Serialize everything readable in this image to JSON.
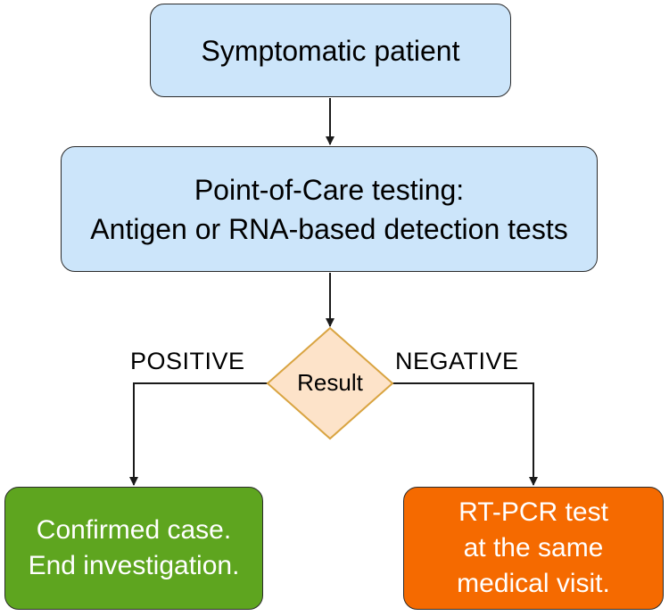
{
  "nodes": {
    "symptomatic": {
      "label": "Symptomatic patient"
    },
    "poc": {
      "line1": "Point-of-Care testing:",
      "line2": "Antigen or RNA-based detection tests"
    },
    "result": {
      "label": "Result"
    },
    "confirmed": {
      "line1": "Confirmed case.",
      "line2": "End investigation."
    },
    "rtpcr": {
      "line1": "RT-PCR test",
      "line2": "at the same",
      "line3": "medical visit."
    }
  },
  "edges": {
    "positive_label": "POSITIVE",
    "negative_label": "NEGATIVE"
  },
  "colors": {
    "blue_fill": "#cce5fa",
    "diamond_fill": "#fde3c9",
    "diamond_stroke": "#d9a441",
    "green_fill": "#5ea51f",
    "orange_fill": "#f56a00",
    "line": "#1a1a1a"
  }
}
